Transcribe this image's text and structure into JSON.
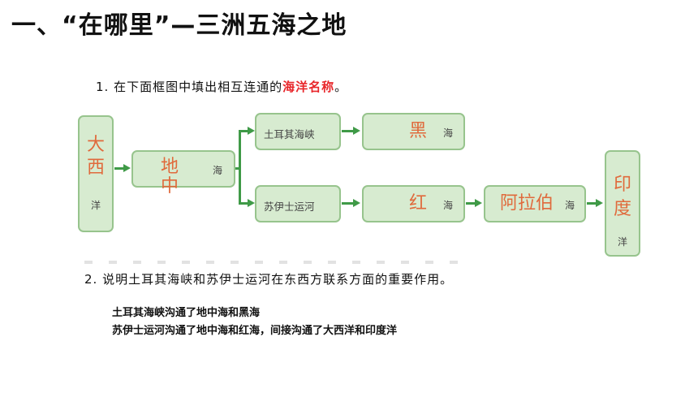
{
  "title": "一、“在哪里”—三洲五海之地",
  "question1": {
    "prefix": "1. 在下面框图中填出相互连通的",
    "highlight": "海洋名称",
    "suffix": "。"
  },
  "diagram": {
    "atlantic": {
      "answer_top": "大",
      "answer_mid": "西",
      "printed": "洋"
    },
    "mediterranean": {
      "answer_1": "地",
      "answer_2": "中",
      "printed": "海"
    },
    "bosporus": "土耳其海峡",
    "black_sea": {
      "answer": "黑",
      "printed": "海"
    },
    "suez": "苏伊士运河",
    "red_sea": {
      "answer": "红",
      "printed": "海"
    },
    "arabian_sea": {
      "answer": "阿拉伯",
      "printed": "海"
    },
    "indian": {
      "answer_top": "印",
      "answer_mid": "度",
      "printed": "洋"
    }
  },
  "question2": "2. 说明土耳其海峡和苏伊士运河在东西方联系方面的重要作用。",
  "answers": [
    "土耳其海峡沟通了地中海和黑海",
    "苏伊士运河沟通了地中海和红海，间接沟通了大西洋和印度洋"
  ],
  "colors": {
    "box_fill": "#d7ebd0",
    "box_border": "#97c48d",
    "arrow": "#3f9a47",
    "answer_text": "#e06a3c",
    "highlight": "#e8262a"
  }
}
